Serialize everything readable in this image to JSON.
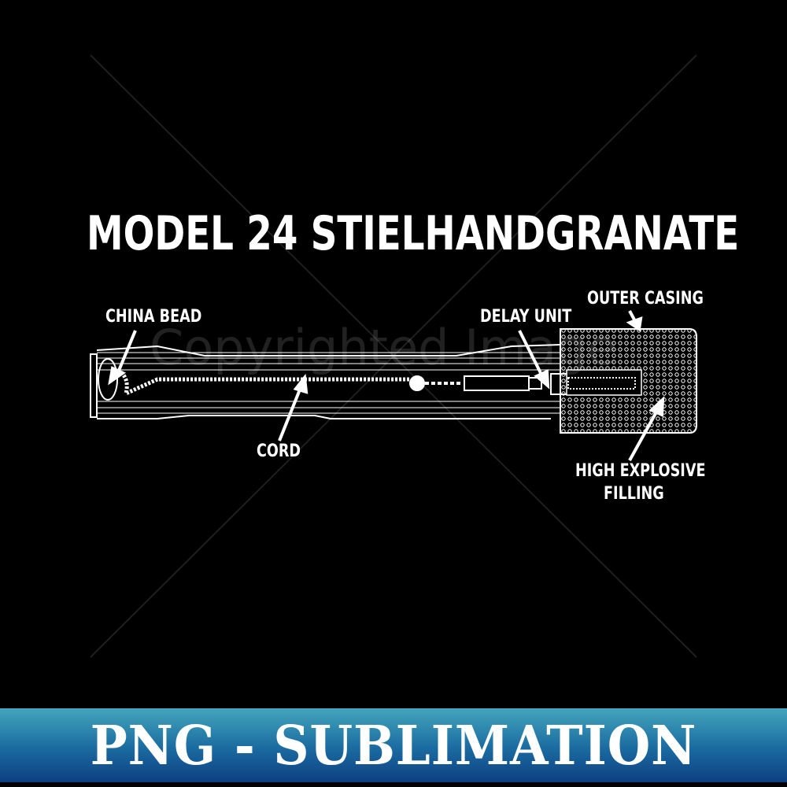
{
  "title": "MODEL 24 STIELHANDGRANATE",
  "labels": {
    "china_bead": "CHINA BEAD",
    "delay_unit": "DELAY UNIT",
    "outer_casing": "OUTER CASING",
    "cord": "CORD",
    "high_explosive_1": "HIGH EXPLOSIVE",
    "high_explosive_2": "FILLING"
  },
  "watermark": "Copyrighted Image",
  "banner": {
    "text": "PNG - SUBLIMATION",
    "colors": [
      "#43a6bc",
      "#0e3f82"
    ]
  }
}
